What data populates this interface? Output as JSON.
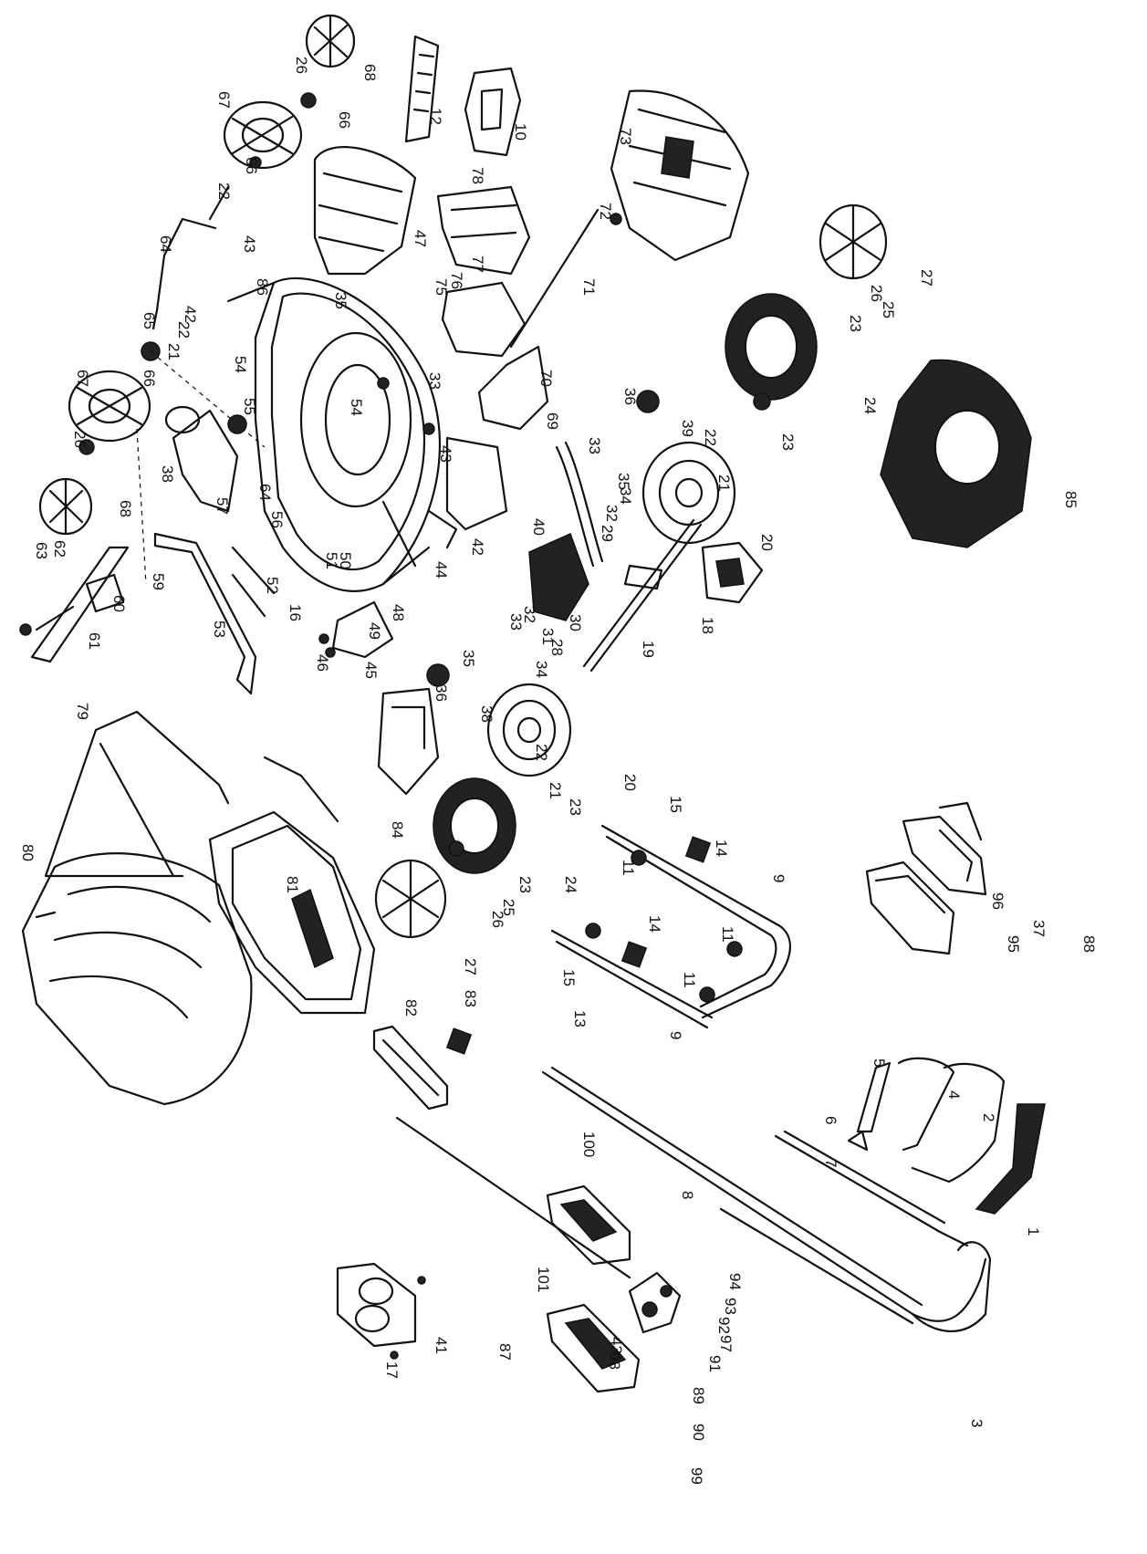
{
  "labels": [
    "1",
    "2",
    "3",
    "4",
    "5",
    "6",
    "7",
    "8",
    "9",
    "9",
    "10",
    "11",
    "11",
    "11",
    "12",
    "13",
    "14",
    "14",
    "15",
    "15",
    "16",
    "17",
    "18",
    "19",
    "20",
    "20",
    "21",
    "21",
    "21",
    "22",
    "22",
    "22",
    "22",
    "23",
    "23",
    "23",
    "23",
    "24",
    "24",
    "25",
    "25",
    "26",
    "26",
    "26",
    "26",
    "27",
    "27",
    "28",
    "29",
    "30",
    "31",
    "32",
    "32",
    "33",
    "33",
    "33",
    "34",
    "34",
    "35",
    "35",
    "35",
    "36",
    "36",
    "37",
    "38",
    "38",
    "39",
    "40",
    "41",
    "42",
    "42",
    "43",
    "43",
    "43",
    "44",
    "45",
    "46",
    "47",
    "48",
    "49",
    "50",
    "51",
    "52",
    "53",
    "54",
    "54",
    "55",
    "56",
    "57",
    "59",
    "60",
    "61",
    "62",
    "63",
    "64",
    "64",
    "65",
    "66",
    "66",
    "66",
    "67",
    "67",
    "68",
    "68",
    "69",
    "70",
    "71",
    "72",
    "73",
    "75",
    "76",
    "77",
    "78",
    "79",
    "80",
    "81",
    "82",
    "83",
    "84",
    "85",
    "86",
    "87",
    "88",
    "89",
    "90",
    "91",
    "92",
    "93",
    "94",
    "95",
    "96",
    "97",
    "98",
    "99",
    "100",
    "101"
  ]
}
